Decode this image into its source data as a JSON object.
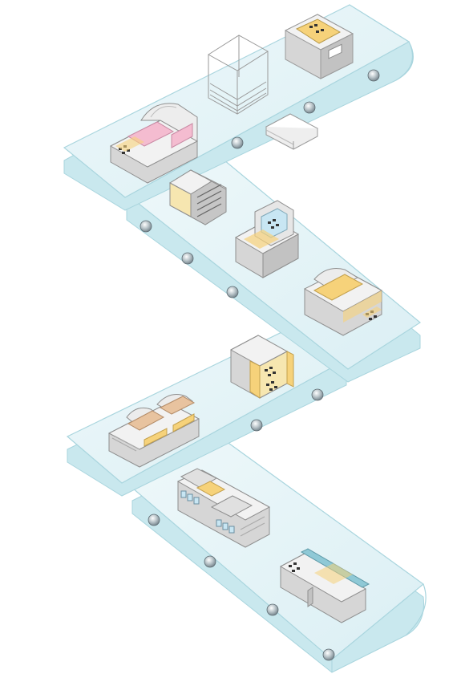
{
  "diagram": {
    "title": "",
    "style": "isometric manufacturing process flow on zig-zag conveyor belts",
    "colors": {
      "belt_fill": "#e4f4f7",
      "belt_edge": "#a9d5de",
      "belt_side": "#c9e8ee",
      "roller": "#9aaab2",
      "machine_light": "#f2f2f2",
      "machine_mid": "#d6d6d6",
      "machine_dark": "#b5b5b5",
      "accent_yellow": "#f6d27a",
      "accent_pink": "#f4bcd0",
      "accent_tan": "#e8c39f",
      "accent_blue": "#c8e6f3"
    },
    "belts": [
      {
        "name": "conveyor-segment-1",
        "direction": "up-right"
      },
      {
        "name": "conveyor-segment-2",
        "direction": "down-right"
      },
      {
        "name": "conveyor-segment-3",
        "direction": "up-right"
      },
      {
        "name": "conveyor-segment-4",
        "direction": "down-right"
      }
    ],
    "stations": [
      {
        "name": "stacked-panel-input",
        "segment": 1,
        "icon": "panel-stack-icon"
      },
      {
        "name": "transparent-magazine-rack",
        "segment": 1,
        "icon": "magazine-rack-icon"
      },
      {
        "name": "pcb-loader-machine",
        "segment": 1,
        "icon": "loader-icon"
      },
      {
        "name": "pink-printer-machine",
        "segment": 1,
        "icon": "printer-icon"
      },
      {
        "name": "board-cabinet-unloader",
        "segment": 2,
        "icon": "cabinet-icon"
      },
      {
        "name": "inspection-machine",
        "segment": 2,
        "icon": "inspection-icon"
      },
      {
        "name": "yellow-mounter-machine",
        "segment": 2,
        "icon": "mounter-icon"
      },
      {
        "name": "open-door-oven",
        "segment": 3,
        "icon": "oven-icon"
      },
      {
        "name": "tan-reflow-machine",
        "segment": 3,
        "icon": "reflow-icon"
      },
      {
        "name": "washer-line-machine",
        "segment": 4,
        "icon": "washer-icon"
      },
      {
        "name": "output-conveyor-station",
        "segment": 4,
        "icon": "output-icon"
      }
    ]
  }
}
